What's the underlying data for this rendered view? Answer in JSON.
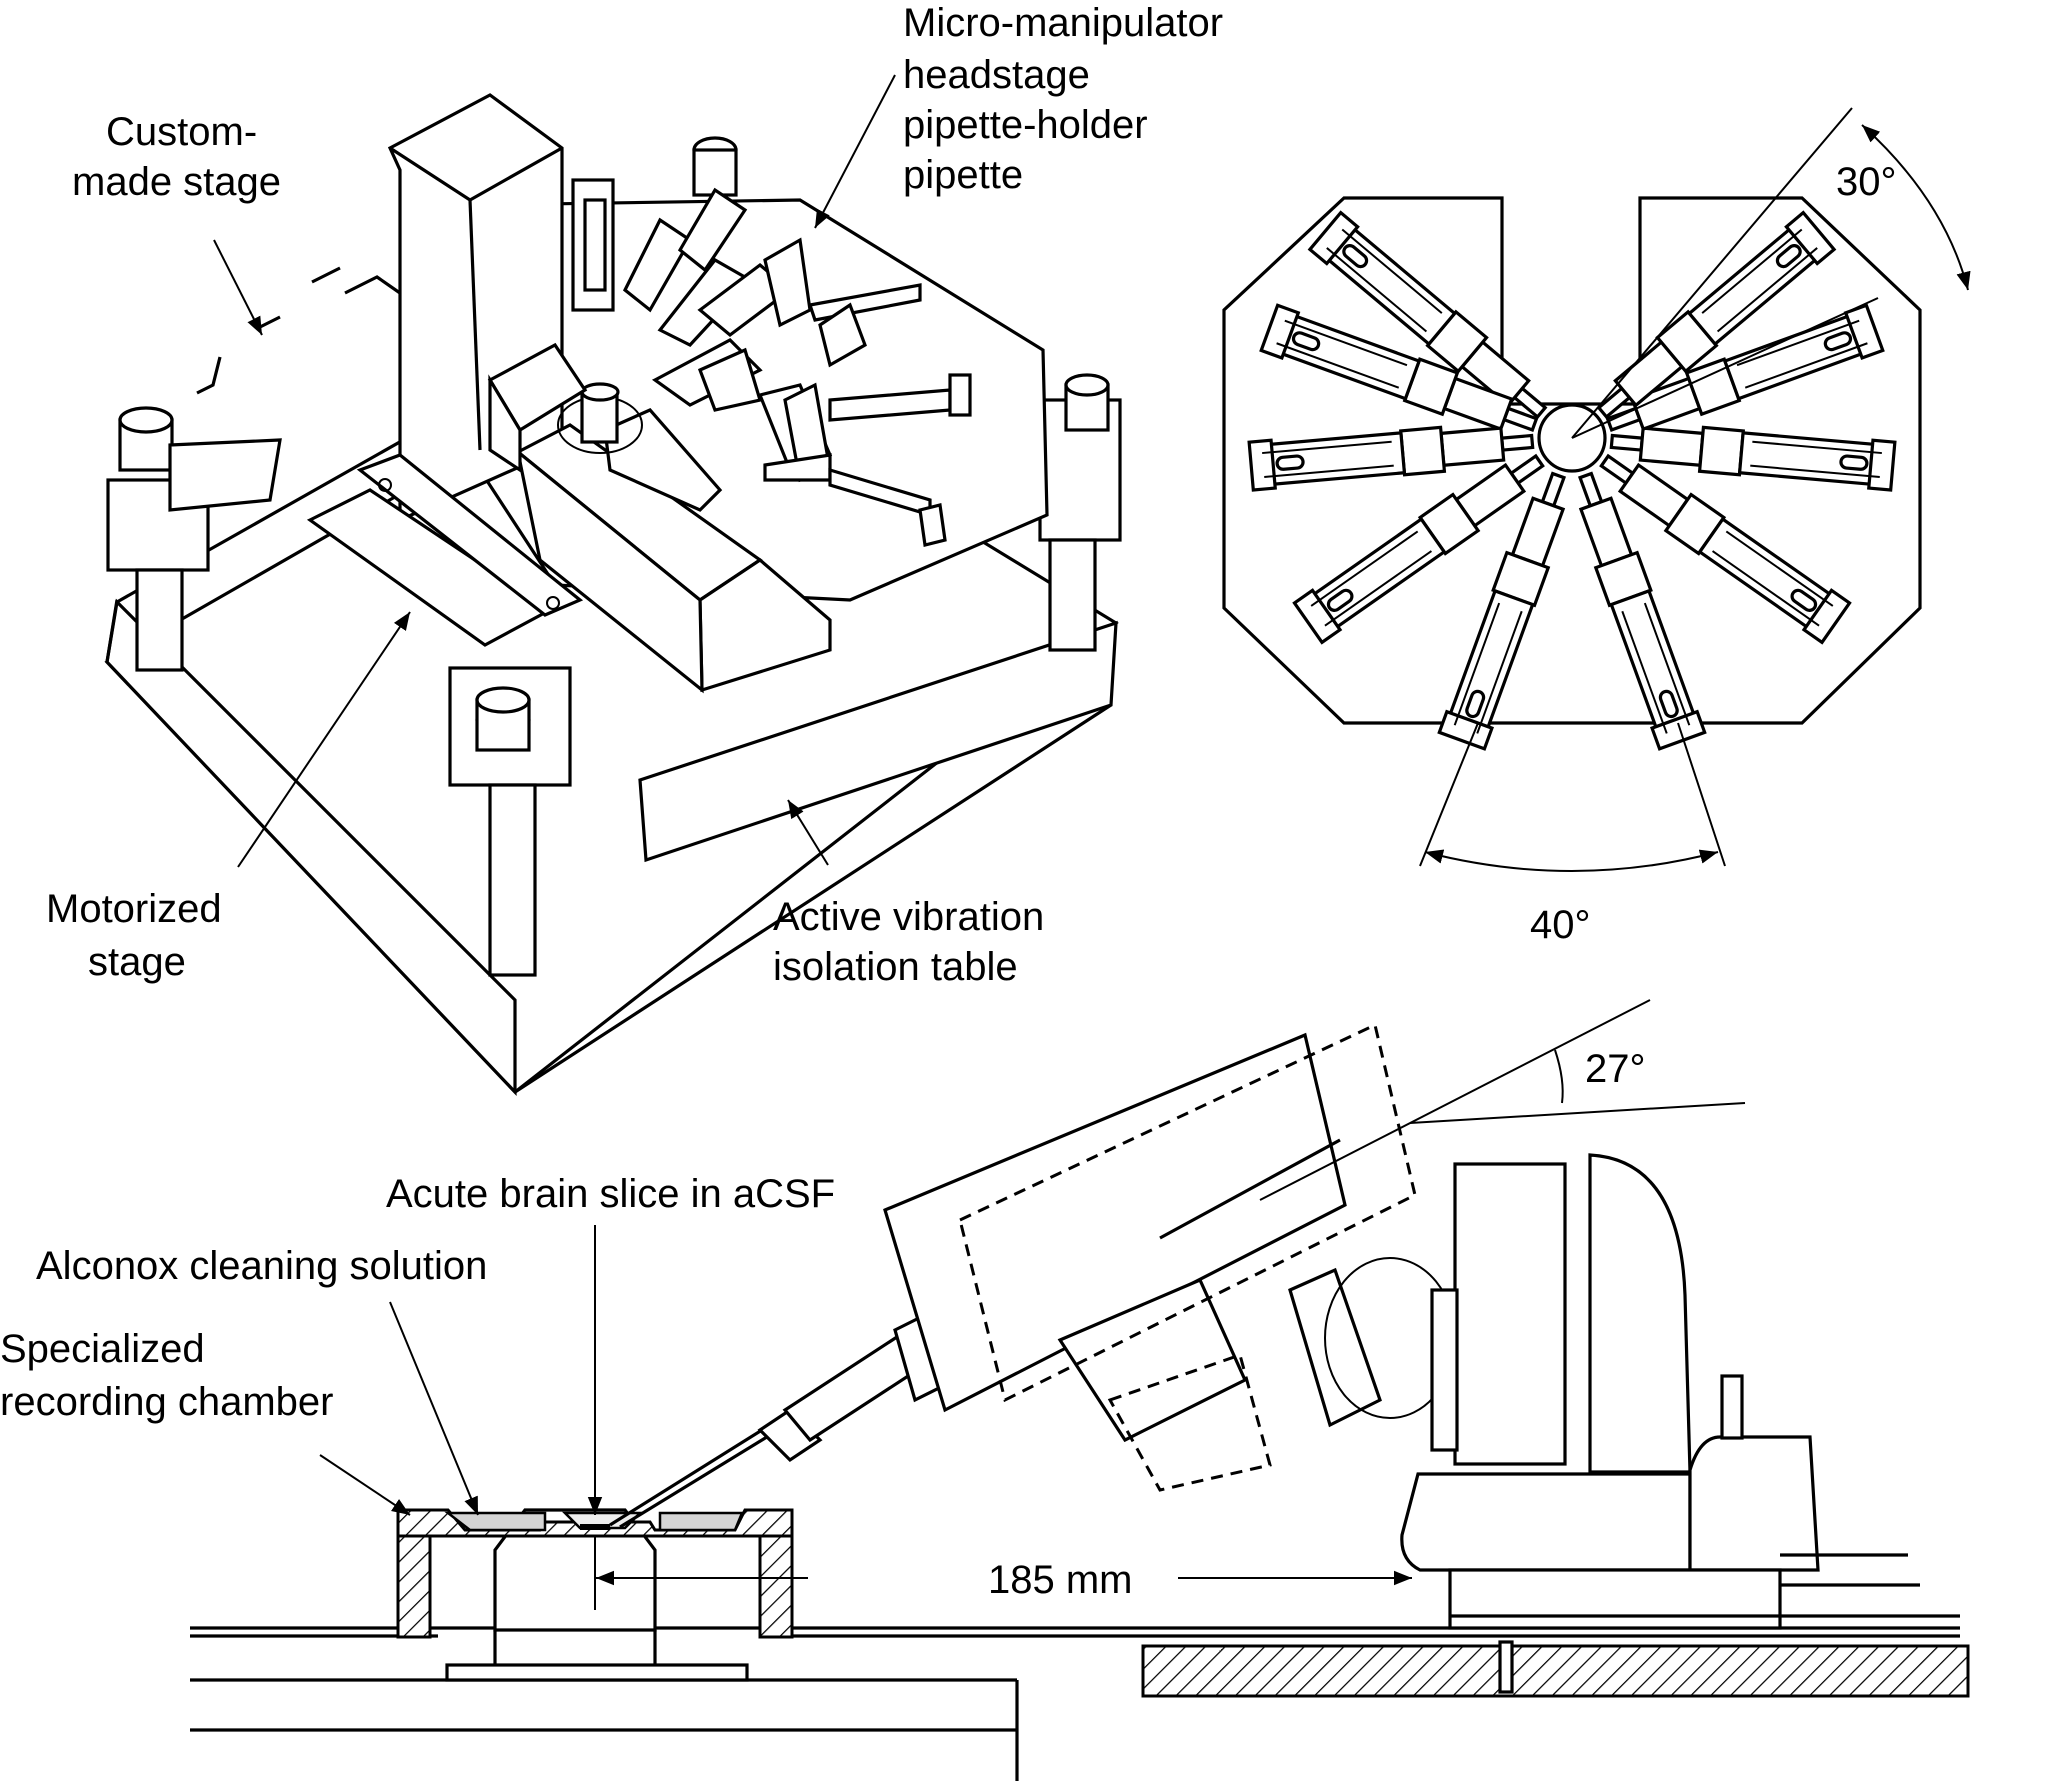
{
  "labels": {
    "micromanipulator": [
      "Micro-manipulator",
      "headstage",
      "pipette-holder",
      "pipette"
    ],
    "custom_stage": [
      "Custom-",
      "made stage"
    ],
    "motorized_stage": [
      "Motorized",
      "stage"
    ],
    "vibration_table": [
      "Active vibration",
      "isolation table"
    ],
    "angle_top": "30°",
    "angle_bottom": "40°",
    "angle_side": "27°",
    "brain_slice": "Acute brain slice in aCSF",
    "alconox": "Alconox cleaning solution",
    "recording_chamber": [
      "Specialized",
      "recording chamber"
    ],
    "distance": "185 mm"
  },
  "top_view": {
    "manipulator_count": 10,
    "manipulator_angles_deg": [
      -140,
      -160,
      175,
      145,
      110,
      70,
      35,
      5,
      -20,
      -40
    ]
  }
}
